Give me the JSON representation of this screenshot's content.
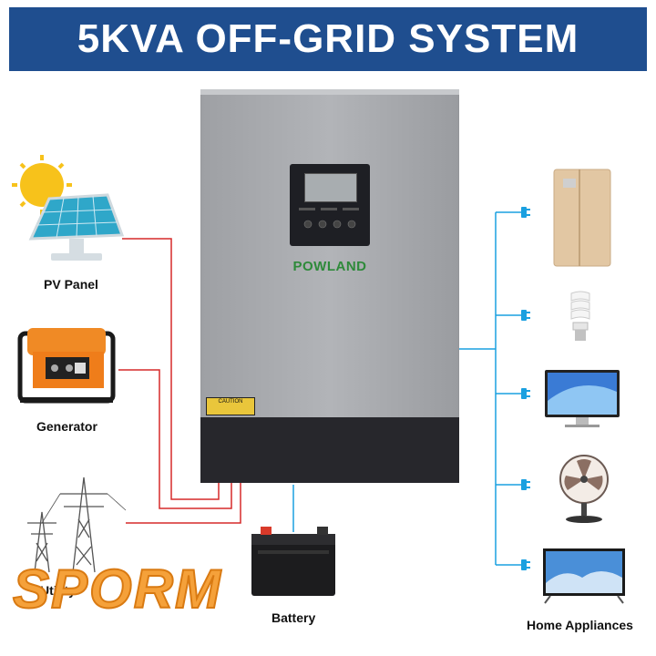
{
  "title": "5KVA OFF-GRID SYSTEM",
  "inverter": {
    "brand": "POWLAND",
    "caution_label": "CAUTION"
  },
  "inputs": [
    {
      "label": "PV Panel",
      "icon": "solar-panel-icon"
    },
    {
      "label": "Generator",
      "icon": "generator-icon"
    },
    {
      "label": "Utility",
      "icon": "power-tower-icon"
    }
  ],
  "battery": {
    "label": "Battery",
    "icon": "battery-icon"
  },
  "outputs": {
    "label": "Home Appliances",
    "items": [
      {
        "icon": "refrigerator-icon"
      },
      {
        "icon": "light-bulb-icon"
      },
      {
        "icon": "monitor-icon"
      },
      {
        "icon": "fan-icon"
      },
      {
        "icon": "tv-icon"
      }
    ]
  },
  "watermark": "SPORM",
  "colors": {
    "banner": "#1f4e8f",
    "input_wire": "#d62a2a",
    "output_wire": "#1aa0e0",
    "inverter_body": "#a7a9ad",
    "brand": "#2e8a3a",
    "watermark": "#f5a13a"
  }
}
